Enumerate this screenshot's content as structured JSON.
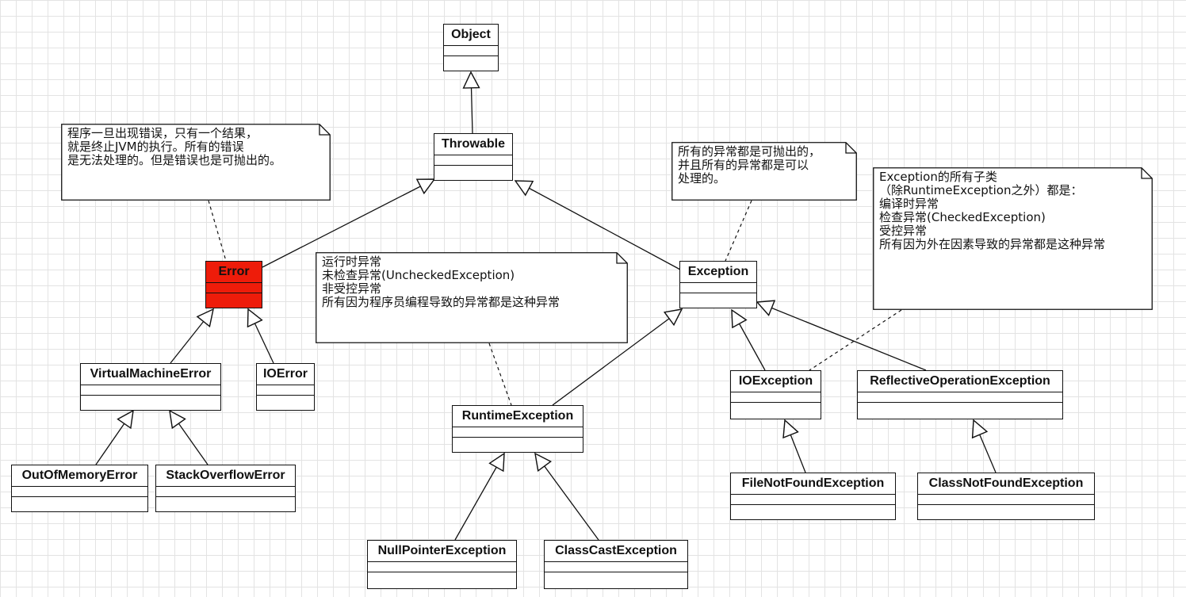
{
  "classes": {
    "object": "Object",
    "throwable": "Throwable",
    "error": "Error",
    "exception": "Exception",
    "virtual_machine_error": "VirtualMachineError",
    "io_error": "IOError",
    "out_of_memory_error": "OutOfMemoryError",
    "stack_overflow_error": "StackOverflowError",
    "runtime_exception": "RuntimeException",
    "io_exception": "IOException",
    "reflective_operation_exception": "ReflectiveOperationException",
    "null_pointer_exception": "NullPointerException",
    "class_cast_exception": "ClassCastException",
    "file_not_found_exception": "FileNotFoundException",
    "class_not_found_exception": "ClassNotFoundException"
  },
  "notes": {
    "error_note": "程序一旦出现错误，只有一个结果，\n就是终止JVM的执行。所有的错误\n是无法处理的。但是错误也是可抛出的。",
    "exception_note": "所有的异常都是可抛出的，\n并且所有的异常都是可以\n处理的。",
    "runtime_note": "运行时异常\n未检查异常(UncheckedException)\n非受控异常\n所有因为程序员编程导致的异常都是这种异常",
    "checked_note": "Exception的所有子类\n（除RuntimeException之外）都是：\n编译时异常\n检查异常(CheckedException)\n受控异常\n所有因为外在因素导致的异常都是这种异常"
  },
  "colors": {
    "error_fill": "#ee1c0a",
    "stroke": "#111111",
    "grid": "#e3e3e3"
  }
}
